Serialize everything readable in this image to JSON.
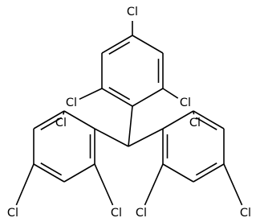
{
  "molecule": {
    "atom_labels": [
      "Cl",
      "Cl",
      "Cl",
      "Cl",
      "Cl",
      "Cl",
      "Cl",
      "Cl",
      "Cl"
    ]
  },
  "colors": {
    "background": "#ffffff",
    "bond": "#000000",
    "label": "#000000"
  }
}
